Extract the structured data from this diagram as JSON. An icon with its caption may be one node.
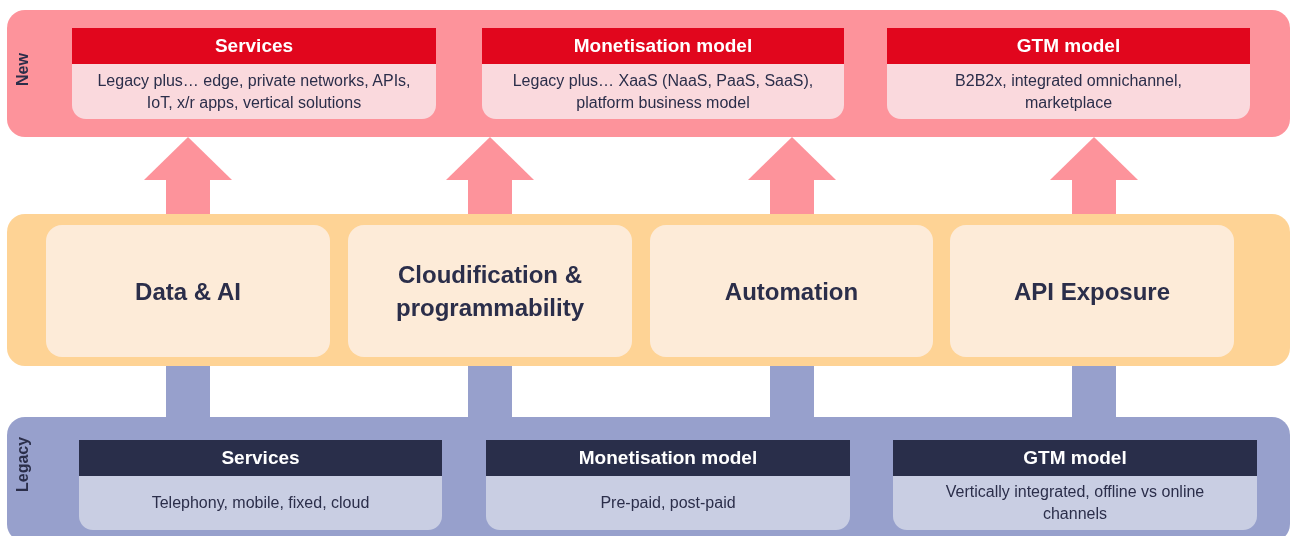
{
  "diagram": {
    "nodes": [
      {
        "text": [
          "New"
        ]
      },
      {
        "text": [
          "Services",
          "Legacy plus… edge, private networks, APIs, IoT, x/r apps, vertical solutions"
        ],
        "in": 0
      },
      {
        "text": [
          "Monetisation model",
          "Legacy plus… XaaS (NaaS, PaaS, SaaS), platform business model"
        ],
        "in": 0
      },
      {
        "text": [
          "GTM model",
          "B2B2x, integrated omnichannel, marketplace"
        ],
        "in": 0
      },
      {
        "text": [],
        "shape": "box"
      },
      {
        "text": [
          "Data & AI"
        ],
        "in": 4
      },
      {
        "text": [
          "Cloudification & programmability"
        ],
        "in": 4
      },
      {
        "text": [
          "Automation"
        ],
        "in": 4
      },
      {
        "text": [
          "API Exposure"
        ],
        "in": 4
      },
      {
        "text": [
          "Legacy"
        ]
      },
      {
        "text": [
          "Services",
          "Telephony, mobile, fixed, cloud"
        ],
        "in": 9
      },
      {
        "text": [
          "Monetisation model",
          "Pre-paid, post-paid"
        ],
        "in": 9
      },
      {
        "text": [
          "GTM model",
          "Vertically integrated, offline vs online channels"
        ],
        "in": 9
      }
    ],
    "edges": [
      {
        "from": 4,
        "to": 0,
        "arrow": "to",
        "color": "#fd939b"
      },
      {
        "from": 4,
        "to": 0,
        "arrow": "to",
        "color": "#fd939b"
      },
      {
        "from": 4,
        "to": 0,
        "arrow": "to",
        "color": "#fd939b"
      },
      {
        "from": 4,
        "to": 0,
        "arrow": "to",
        "color": "#fd939b"
      },
      {
        "from": 9,
        "to": 4,
        "arrow": "none",
        "color": "#97a0cc"
      },
      {
        "from": 9,
        "to": 4,
        "arrow": "none",
        "color": "#97a0cc"
      },
      {
        "from": 9,
        "to": 4,
        "arrow": "none",
        "color": "#97a0cc"
      },
      {
        "from": 9,
        "to": 4,
        "arrow": "none",
        "color": "#97a0cc"
      }
    ]
  }
}
